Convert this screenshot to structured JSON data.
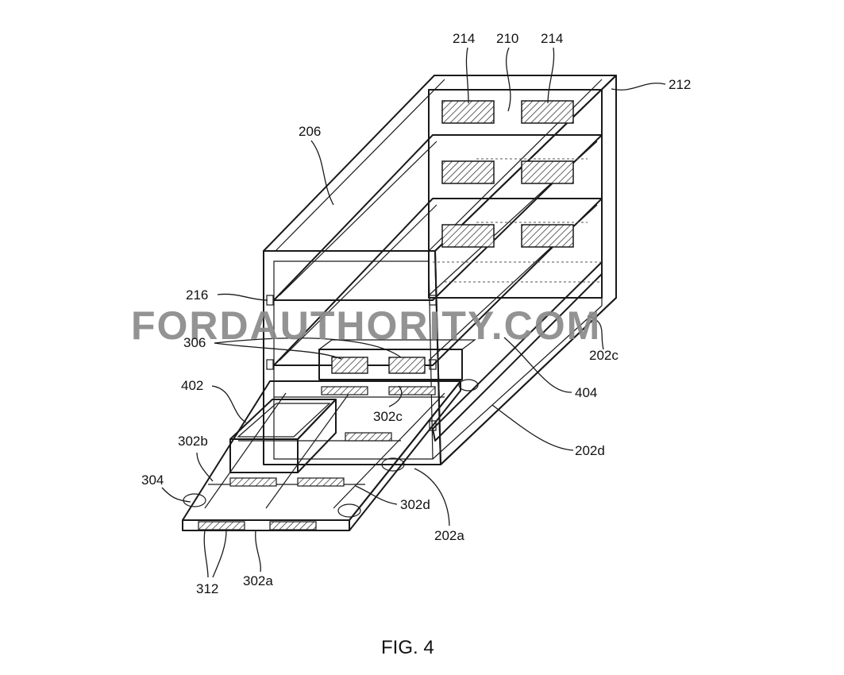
{
  "figure_caption": "FIG. 4",
  "watermark": "FORDAUTHORITY.COM",
  "reference_labels": {
    "l214a": "214",
    "l210": "210",
    "l214b": "214",
    "l212": "212",
    "l206": "206",
    "l216": "216",
    "l306": "306",
    "l202c": "202c",
    "l402": "402",
    "l404": "404",
    "l302c": "302c",
    "l202d": "202d",
    "l302b": "302b",
    "l304": "304",
    "l302d": "302d",
    "l202a": "202a",
    "l312": "312",
    "l302a": "302a"
  },
  "colors": {
    "line": "#1a1a1a",
    "watermark": "#8a8a8a",
    "background": "#ffffff"
  }
}
